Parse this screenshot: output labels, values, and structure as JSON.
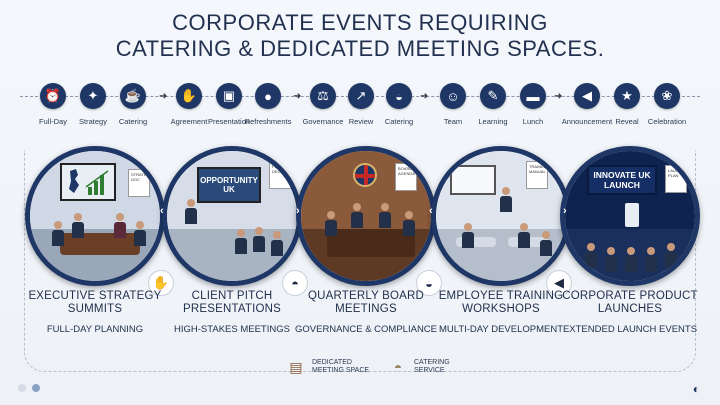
{
  "title_lines": [
    "CORPORATE EVENTS REQUIRING",
    "CATERING & DEDICATED MEETING SPACES."
  ],
  "groups": [
    {
      "icons": [
        {
          "name": "clock-icon",
          "glyph": "⏰",
          "label": "Full-Day"
        },
        {
          "name": "lightbulb-icon",
          "glyph": "✦",
          "label": "Strategy"
        },
        {
          "name": "coffee-cup-icon",
          "glyph": "☕",
          "label": "Catering"
        }
      ],
      "scene_text": "STRATEGY DOC",
      "heading": "EXECUTIVE STRATEGY SUMMITS",
      "sub": "FULL-DAY PLANNING",
      "badge": {
        "name": "handshake-icon",
        "glyph": "✋"
      }
    },
    {
      "icons": [
        {
          "name": "handshake-icon",
          "glyph": "✋",
          "label": "Agreement"
        },
        {
          "name": "projector-icon",
          "glyph": "▣",
          "label": "Presentation"
        },
        {
          "name": "food-plate-icon",
          "glyph": "●",
          "label": "Refreshments"
        }
      ],
      "scene_text": "OPPORTUNITY UK",
      "doc_text": "PITCH DECK",
      "heading": "CLIENT PITCH PRESENTATIONS",
      "sub": "HIGH-STAKES MEETINGS",
      "badge": {
        "name": "cloche-icon",
        "glyph": "◓"
      }
    },
    {
      "icons": [
        {
          "name": "gavel-icon",
          "glyph": "⚖",
          "label": "Governance"
        },
        {
          "name": "chart-icon",
          "glyph": "↗",
          "label": "Review"
        },
        {
          "name": "catering-tray-icon",
          "glyph": "◒",
          "label": "Catering"
        }
      ],
      "doc_text": "BOARD AGENDA",
      "heading": "QUARTERLY BOARD MEETINGS",
      "sub": "GOVERNANCE & COMPLIANCE",
      "badge": {
        "name": "food-platter-icon",
        "glyph": "◒"
      }
    },
    {
      "icons": [
        {
          "name": "team-icon",
          "glyph": "☺",
          "label": "Team"
        },
        {
          "name": "learning-icon",
          "glyph": "✎",
          "label": "Learning"
        },
        {
          "name": "sandwich-icon",
          "glyph": "▬",
          "label": "Lunch"
        }
      ],
      "doc_text": "TRAINING MANUAL",
      "heading": "EMPLOYEE TRAINING WORKSHOPS",
      "sub": "MULTI-DAY DEVELOPMENT",
      "badge": {
        "name": "megaphone-icon",
        "glyph": "◀"
      }
    },
    {
      "icons": [
        {
          "name": "megaphone-icon",
          "glyph": "◀",
          "label": "Announcement"
        },
        {
          "name": "spotlight-icon",
          "glyph": "★",
          "label": "Reveal"
        },
        {
          "name": "champagne-icon",
          "glyph": "❀",
          "label": "Celebration"
        }
      ],
      "scene_text": "INNOVATE UK LAUNCH",
      "doc_text": "LAUNCH PLAN",
      "heading": "CORPORATE PRODUCT LAUNCHES",
      "sub": "EXTENDED LAUNCH EVENTS"
    }
  ],
  "legend": [
    {
      "name": "meeting-space-icon",
      "glyph": "▤",
      "label": "DEDICATED MEETING SPACE"
    },
    {
      "name": "catering-service-icon",
      "glyph": "◓",
      "label": "CATERING SERVICE"
    }
  ],
  "colors": {
    "navy": "#1f3766",
    "wood": "#6b3f26",
    "wall_warm": "#8a5a3a"
  }
}
